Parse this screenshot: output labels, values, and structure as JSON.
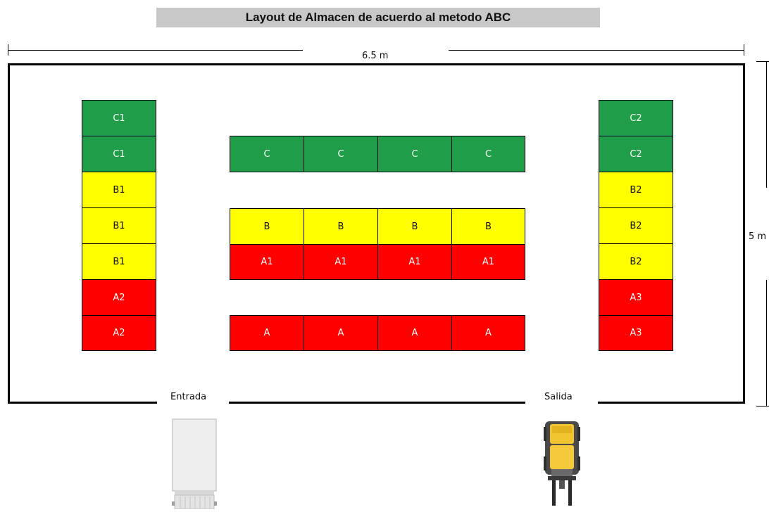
{
  "title": "Layout de Almacen de acuerdo al metodo ABC",
  "dimensions": {
    "width_label": "6.5 m",
    "height_label": "5 m"
  },
  "doors": {
    "entrance": "Entrada",
    "exit": "Salida"
  },
  "colors": {
    "C": "#1f9d48",
    "B": "#ffff00",
    "A": "#ff0000"
  },
  "left_column": [
    "C1",
    "C1",
    "B1",
    "B1",
    "B1",
    "A2",
    "A2"
  ],
  "right_column": [
    "C2",
    "C2",
    "B2",
    "B2",
    "B2",
    "A3",
    "A3"
  ],
  "center_rows": {
    "row_c": [
      "C",
      "C",
      "C",
      "C"
    ],
    "row_b": [
      "B",
      "B",
      "B",
      "B"
    ],
    "row_a1": [
      "A1",
      "A1",
      "A1",
      "A1"
    ],
    "row_a": [
      "A",
      "A",
      "A",
      "A"
    ]
  },
  "vehicles": {
    "entrance_icon": "truck-icon",
    "exit_icon": "forklift-icon"
  }
}
